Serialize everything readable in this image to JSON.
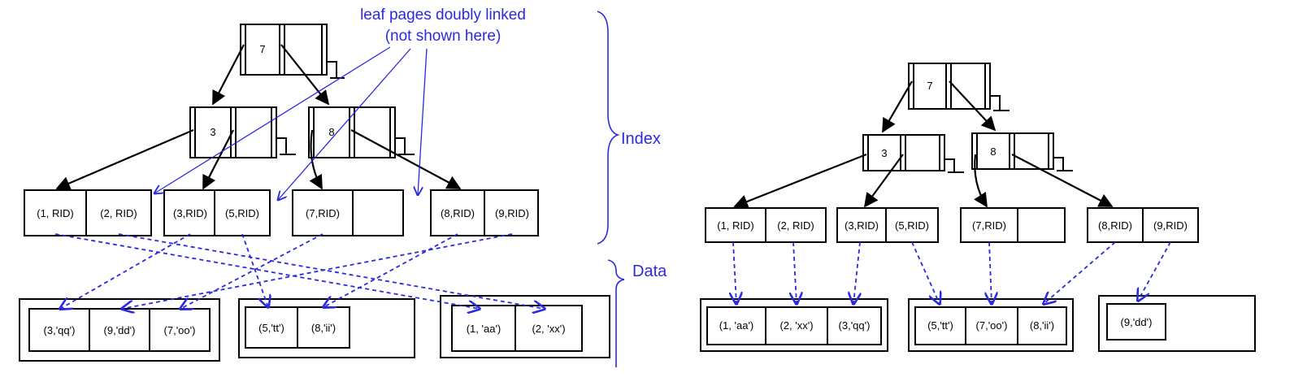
{
  "left_diagram": {
    "annotation": [
      "leaf pages doubly linked",
      "(not shown here)"
    ],
    "brace_labels": {
      "index": "Index",
      "data": "Data"
    },
    "root": {
      "key": "7"
    },
    "inner_nodes": [
      {
        "key": "3"
      },
      {
        "key": "8"
      }
    ],
    "leaves": [
      [
        "(1, RID)",
        "(2, RID)"
      ],
      [
        "(3,RID)",
        "(5,RID)"
      ],
      [
        "(7,RID)",
        ""
      ],
      [
        "(8,RID)",
        "(9,RID)"
      ]
    ],
    "data_pages": [
      [
        "(3,'qq')",
        "(9,'dd')",
        "(7,'oo')"
      ],
      [
        "(5,'tt')",
        "(8,'ii')"
      ],
      [
        "(1, 'aa')",
        "(2, 'xx')"
      ]
    ]
  },
  "right_diagram": {
    "root": {
      "key": "7"
    },
    "inner_nodes": [
      {
        "key": "3"
      },
      {
        "key": "8"
      }
    ],
    "leaves": [
      [
        "(1, RID)",
        "(2, RID)"
      ],
      [
        "(3,RID)",
        "(5,RID)"
      ],
      [
        "(7,RID)",
        ""
      ],
      [
        "(8,RID)",
        "(9,RID)"
      ]
    ],
    "data_pages": [
      [
        "(1, 'aa')",
        "(2, 'xx')",
        "(3,'qq')"
      ],
      [
        "(5,'tt')",
        "(7,'oo')",
        "(8,'ii')"
      ],
      [
        "(9,'dd')"
      ]
    ]
  },
  "colors": {
    "ink": "#000000",
    "pointer_blue": "#2a2ae0"
  }
}
